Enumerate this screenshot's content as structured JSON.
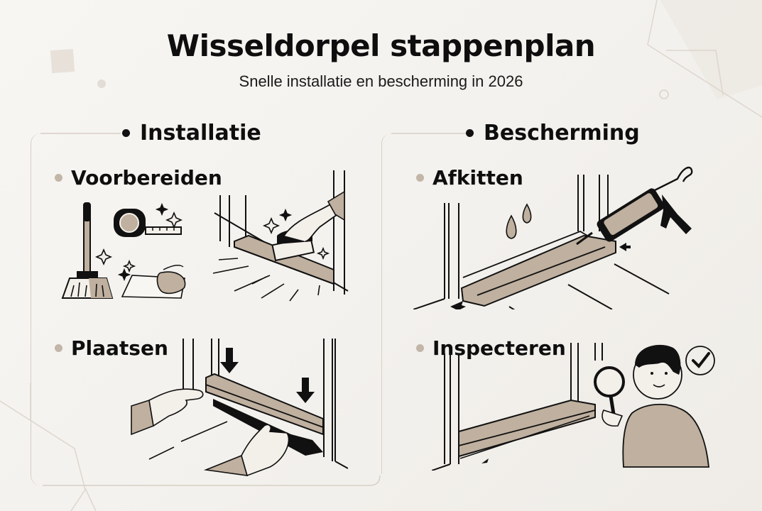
{
  "header": {
    "title": "Wisseldorpel stappenplan",
    "subtitle": "Snelle installatie en bescherming in 2026"
  },
  "sections": [
    {
      "heading": "Installatie",
      "steps": [
        {
          "label": "Voorbereiden",
          "illustration": "broom-tape-measure-cloth-and-brush-cleaning-sill"
        },
        {
          "label": "Plaatsen",
          "illustration": "hands-placing-threshold-with-down-arrows"
        }
      ]
    },
    {
      "heading": "Bescherming",
      "steps": [
        {
          "label": "Afkitten",
          "illustration": "caulk-gun-sealing-threshold-with-drops"
        },
        {
          "label": "Inspecteren",
          "illustration": "man-with-magnifying-glass-and-checkmark"
        }
      ]
    }
  ],
  "colors": {
    "background": "#f4f2ee",
    "text": "#0e0e0e",
    "accent_taupe": "#bfb09f",
    "bullet": "#c2b6a8",
    "frame_line": "#d7cfc5"
  }
}
